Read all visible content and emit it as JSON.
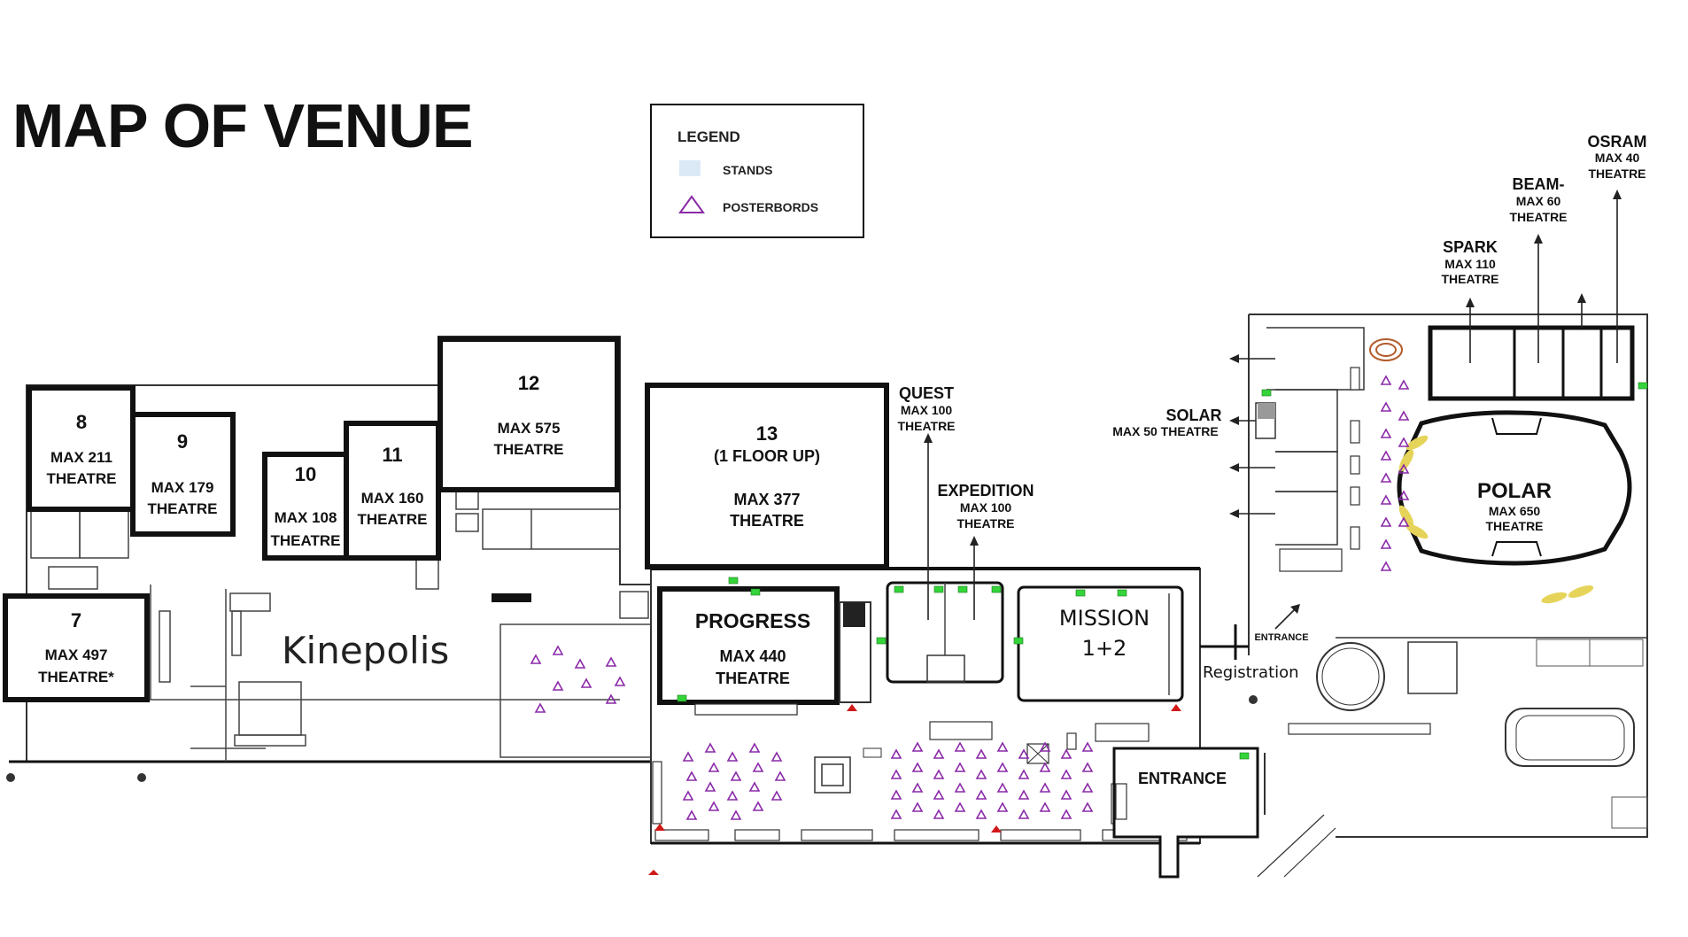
{
  "title": "MAP OF VENUE",
  "legend": {
    "heading": "LEGEND",
    "items": [
      {
        "label": "STANDS",
        "symbol": "stand-swatch",
        "color": "#dbe9f7"
      },
      {
        "label": "POSTERBORDS",
        "symbol": "posterboard-triangle",
        "color": "#8a2aa8"
      }
    ]
  },
  "rooms": {
    "r8": {
      "num": "8",
      "cap": "MAX 211",
      "kind": "THEATRE"
    },
    "r9": {
      "num": "9",
      "cap": "MAX 179",
      "kind": "THEATRE"
    },
    "r10": {
      "num": "10",
      "cap": "MAX 108",
      "kind": "THEATRE"
    },
    "r11": {
      "num": "11",
      "cap": "MAX 160",
      "kind": "THEATRE"
    },
    "r12": {
      "num": "12",
      "cap": "MAX 575",
      "kind": "THEATRE"
    },
    "r7": {
      "num": "7",
      "cap": "MAX 497",
      "kind": "THEATRE*"
    },
    "r13": {
      "num": "13",
      "floor": "(1 FLOOR UP)",
      "cap": "MAX 377",
      "kind": "THEATRE"
    },
    "progress": {
      "name": "PROGRESS",
      "cap": "MAX 440",
      "kind": "THEATRE"
    },
    "mission": {
      "name": "MISSION",
      "sub": "1+2"
    },
    "quest": {
      "name": "QUEST",
      "cap": "MAX 100",
      "kind": "THEATRE"
    },
    "expedition": {
      "name": "EXPEDITION",
      "cap": "MAX 100",
      "kind": "THEATRE"
    },
    "solar": {
      "name": "SOLAR",
      "cap": "MAX 50 THEATRE"
    },
    "spark": {
      "name": "SPARK",
      "cap": "MAX 110",
      "kind": "THEATRE"
    },
    "beam": {
      "name": "BEAM-",
      "cap": "MAX 60",
      "kind": "THEATRE"
    },
    "osram": {
      "name": "OSRAM",
      "cap": "MAX 40",
      "kind": "THEATRE"
    },
    "polar": {
      "name": "POLAR",
      "cap": "MAX 650",
      "kind": "THEATRE"
    }
  },
  "labels": {
    "kinepolis": "Kinepolis",
    "registration": "Registration",
    "entrance_small": "ENTRANCE",
    "entrance_main": "ENTRANCE"
  }
}
